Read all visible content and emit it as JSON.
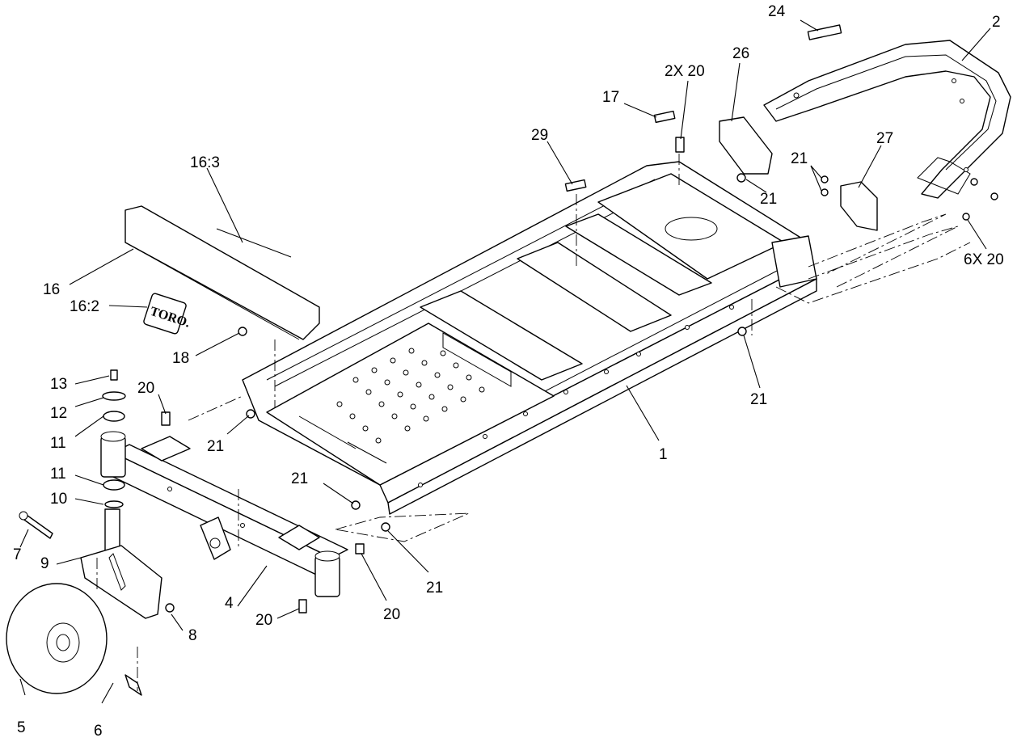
{
  "diagram": {
    "callouts": [
      {
        "id": "c1",
        "text": "1"
      },
      {
        "id": "c2",
        "text": "2"
      },
      {
        "id": "c4",
        "text": "4"
      },
      {
        "id": "c5",
        "text": "5"
      },
      {
        "id": "c6",
        "text": "6"
      },
      {
        "id": "c7",
        "text": "7"
      },
      {
        "id": "c8",
        "text": "8"
      },
      {
        "id": "c9",
        "text": "9"
      },
      {
        "id": "c10",
        "text": "10"
      },
      {
        "id": "c11a",
        "text": "11"
      },
      {
        "id": "c11b",
        "text": "11"
      },
      {
        "id": "c12",
        "text": "12"
      },
      {
        "id": "c13",
        "text": "13"
      },
      {
        "id": "c16",
        "text": "16"
      },
      {
        "id": "c16_2",
        "text": "16:2"
      },
      {
        "id": "c16_3",
        "text": "16:3"
      },
      {
        "id": "c17",
        "text": "17"
      },
      {
        "id": "c18",
        "text": "18"
      },
      {
        "id": "c20a",
        "text": "20"
      },
      {
        "id": "c20b",
        "text": "20"
      },
      {
        "id": "c20c",
        "text": "20"
      },
      {
        "id": "c21a",
        "text": "21"
      },
      {
        "id": "c21b",
        "text": "21"
      },
      {
        "id": "c21c",
        "text": "21"
      },
      {
        "id": "c21d",
        "text": "21"
      },
      {
        "id": "c21e",
        "text": "21"
      },
      {
        "id": "c21f",
        "text": "21"
      },
      {
        "id": "c24",
        "text": "24"
      },
      {
        "id": "c26",
        "text": "26"
      },
      {
        "id": "c27",
        "text": "27"
      },
      {
        "id": "c29",
        "text": "29"
      },
      {
        "id": "c2x20",
        "text": "2X 20"
      },
      {
        "id": "c6x20",
        "text": "6X 20"
      }
    ],
    "logo_text": "TORO."
  }
}
